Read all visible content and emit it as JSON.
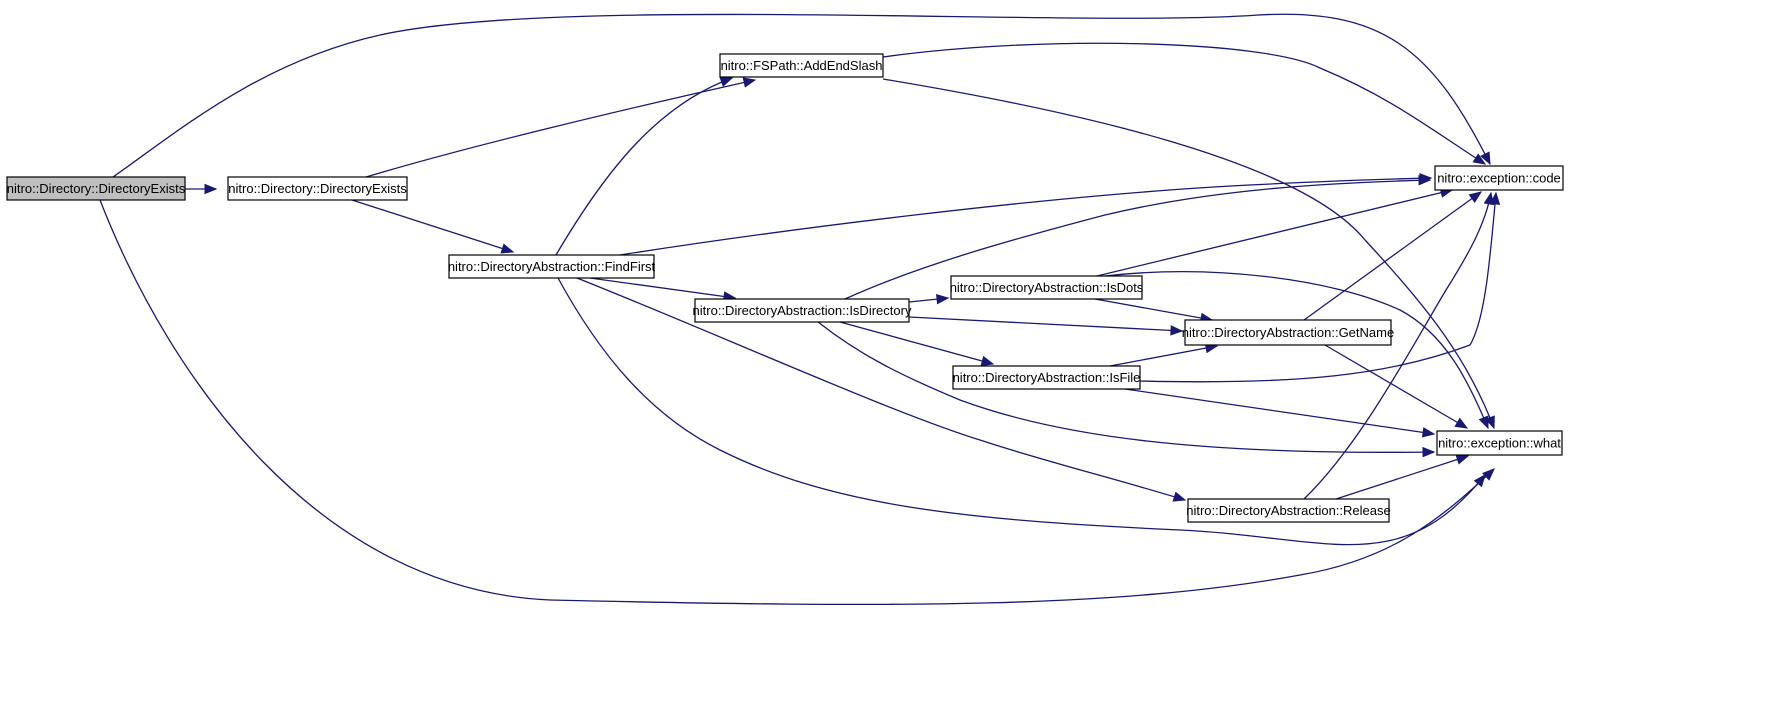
{
  "graph": {
    "type": "call-graph",
    "edge_color": "#191970",
    "root_fill": "#bfbfbf",
    "nodes": [
      {
        "id": "root",
        "label": "nitro::Directory::DirectoryExists",
        "root": true
      },
      {
        "id": "dirExists",
        "label": "nitro::Directory::DirectoryExists"
      },
      {
        "id": "addEndSlash",
        "label": "nitro::FSPath::AddEndSlash"
      },
      {
        "id": "findFirst",
        "label": "nitro::DirectoryAbstraction::FindFirst"
      },
      {
        "id": "isDirectory",
        "label": "nitro::DirectoryAbstraction::IsDirectory"
      },
      {
        "id": "isDots",
        "label": "nitro::DirectoryAbstraction::IsDots"
      },
      {
        "id": "getName",
        "label": "nitro::DirectoryAbstraction::GetName"
      },
      {
        "id": "isFile",
        "label": "nitro::DirectoryAbstraction::IsFile"
      },
      {
        "id": "release",
        "label": "nitro::DirectoryAbstraction::Release"
      },
      {
        "id": "code",
        "label": "nitro::exception::code"
      },
      {
        "id": "what",
        "label": "nitro::exception::what"
      }
    ],
    "edges": [
      {
        "from": "root",
        "to": "dirExists"
      },
      {
        "from": "root",
        "to": "code"
      },
      {
        "from": "root",
        "to": "what"
      },
      {
        "from": "dirExists",
        "to": "addEndSlash"
      },
      {
        "from": "dirExists",
        "to": "findFirst"
      },
      {
        "from": "addEndSlash",
        "to": "code"
      },
      {
        "from": "addEndSlash",
        "to": "what"
      },
      {
        "from": "findFirst",
        "to": "addEndSlash"
      },
      {
        "from": "findFirst",
        "to": "code"
      },
      {
        "from": "findFirst",
        "to": "isDirectory"
      },
      {
        "from": "findFirst",
        "to": "release"
      },
      {
        "from": "findFirst",
        "to": "what"
      },
      {
        "from": "isDirectory",
        "to": "isDots"
      },
      {
        "from": "isDirectory",
        "to": "code"
      },
      {
        "from": "isDirectory",
        "to": "getName"
      },
      {
        "from": "isDirectory",
        "to": "isFile"
      },
      {
        "from": "isDirectory",
        "to": "what"
      },
      {
        "from": "isDots",
        "to": "code"
      },
      {
        "from": "isDots",
        "to": "getName"
      },
      {
        "from": "isDots",
        "to": "what"
      },
      {
        "from": "isFile",
        "to": "getName"
      },
      {
        "from": "isFile",
        "to": "code"
      },
      {
        "from": "isFile",
        "to": "what"
      },
      {
        "from": "getName",
        "to": "code"
      },
      {
        "from": "getName",
        "to": "what"
      },
      {
        "from": "release",
        "to": "code"
      },
      {
        "from": "release",
        "to": "what"
      }
    ]
  }
}
